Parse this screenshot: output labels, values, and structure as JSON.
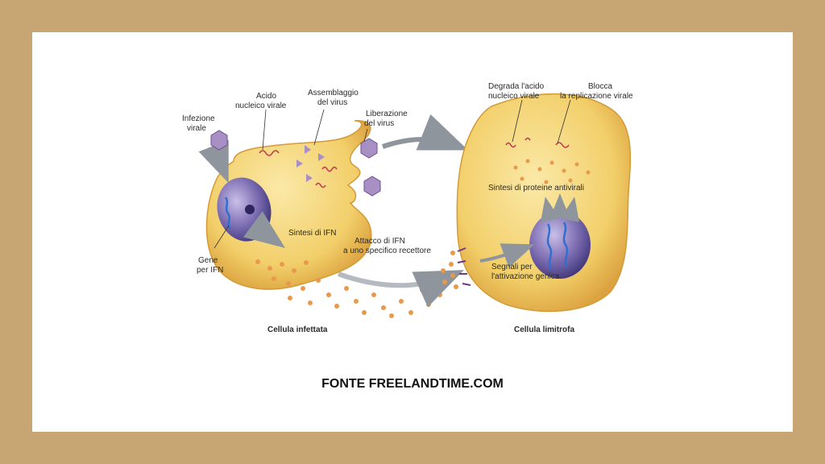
{
  "source_caption": "FONTE FREELANDTIME.COM",
  "diagram": {
    "labels": {
      "infezione_virale": [
        "Infezione",
        "virale"
      ],
      "acido_nucleico_virale": [
        "Acido",
        "nucleico virale"
      ],
      "assemblaggio_virus": [
        "Assemblaggio",
        "del virus"
      ],
      "liberazione_virus": [
        "Liberazione",
        "del virus"
      ],
      "degrada_acido": [
        "Degrada l'acido",
        "nucleico virale"
      ],
      "blocca_replicazione": [
        "Blocca",
        "la replicazione virale"
      ],
      "sintesi_proteine": "Sintesi di proteine antivirali",
      "sintesi_ifn": "Sintesi di IFN",
      "attacco_ifn": [
        "Attacco di IFN",
        "a uno specifico recettore"
      ],
      "gene_ifn": [
        "Gene",
        "per IFN"
      ],
      "segnali_attivazione": [
        "Segnali per",
        "l'attivazione genica"
      ],
      "cellula_infettata": "Cellula infettata",
      "cellula_limitrofa": "Cellula limitrofa"
    },
    "colors": {
      "cell_fill": "#f2cf6a",
      "cell_edge": "#d49a35",
      "nucleus": "#6a5a9e",
      "virus": "#a88fc4",
      "ifn_dot": "#e79a4c",
      "arrow": "#9aa0a6"
    }
  }
}
